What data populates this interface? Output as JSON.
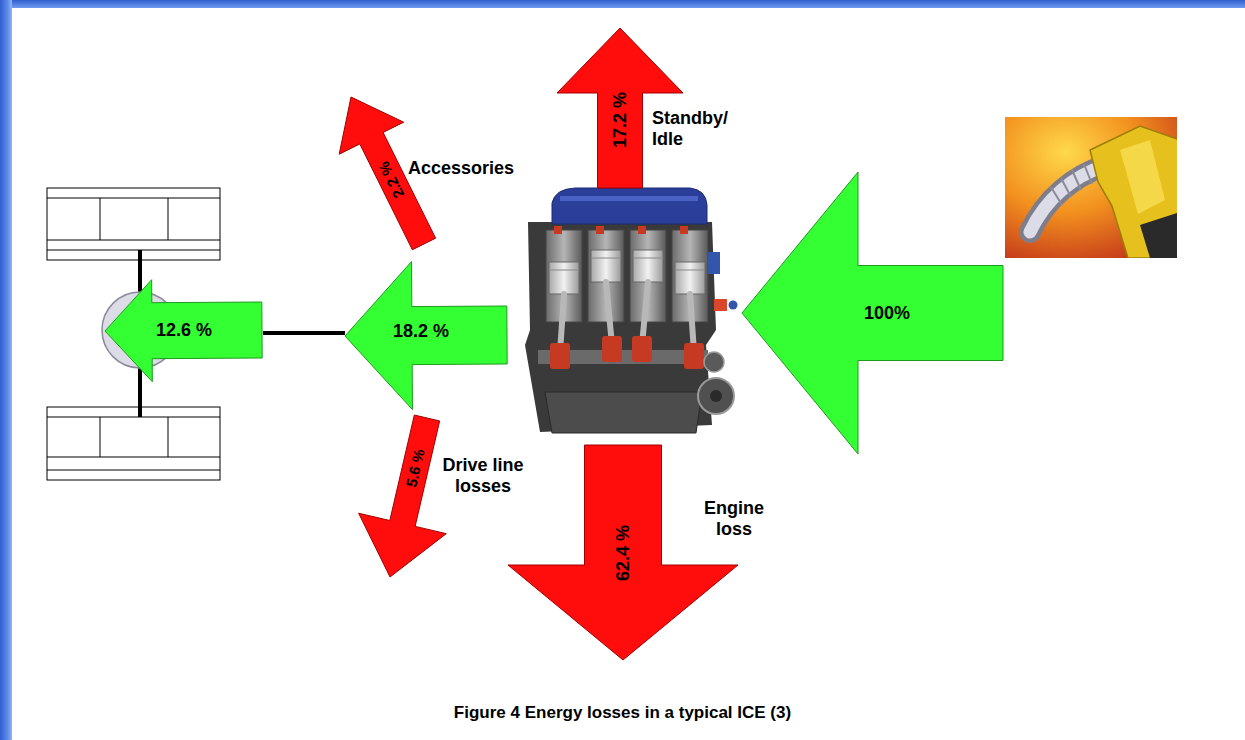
{
  "diagram": {
    "caption": "Figure 4 Energy losses in a typical ICE (3)",
    "nodes": [
      {
        "text": [
          "17.2 %",
          "Standby/ Idle"
        ]
      },
      {
        "text": [
          "2.2 %",
          "Accessories"
        ]
      },
      {
        "text": [
          "12.6 %"
        ]
      },
      {
        "text": [
          "18.2 %"
        ]
      },
      {
        "text": [
          "100%"
        ]
      },
      {
        "text": [
          "5.6 %",
          "Drive line losses"
        ]
      },
      {
        "text": [
          "62.4 %",
          "Engine loss"
        ]
      }
    ],
    "edges": [
      {
        "from": 3,
        "to": 2,
        "arrow": "none"
      }
    ]
  }
}
